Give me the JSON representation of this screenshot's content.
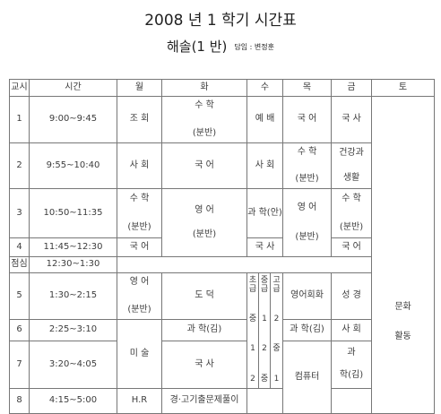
{
  "title": "2008 년  1 학기  시간표",
  "subtitle": "해솔(1 반)",
  "teacher": "담임 : 변정훈",
  "headers": [
    "교시",
    "시간",
    "월",
    "화",
    "수",
    "목",
    "금",
    "토"
  ],
  "periods": [
    {
      "num": "1",
      "time": "9:00~9:45"
    },
    {
      "num": "2",
      "time": "9:55~10:40"
    },
    {
      "num": "3",
      "time": "10:50~11:35"
    },
    {
      "num": "4",
      "time": "11:45~12:30"
    },
    {
      "num": "점심",
      "time": "12:30~1:30"
    },
    {
      "num": "5",
      "time": "1:30~2:15"
    },
    {
      "num": "6",
      "time": "2:25~3:10"
    },
    {
      "num": "7",
      "time": "3:20~4:05"
    },
    {
      "num": "8",
      "time": "4:15~5:00"
    }
  ],
  "cells": {
    "mon1": "조 회",
    "mon2": "사 회",
    "mon3a": "수 학",
    "mon3b": "(분반)",
    "mon4": "국 어",
    "mon5a": "영 어",
    "mon5b": "(분반)",
    "mon67": "미 술",
    "mon8": "H.R",
    "tue1a": "수 학",
    "tue1b": "(분반)",
    "tue2": "국 어",
    "tue34a": "영 어",
    "tue34b": "(분반)",
    "tue5": "도 덕",
    "tue6": "과 학(김)",
    "tue7": "국 사",
    "tue8": "경·고기출문제풀이",
    "wed1": "예 배",
    "wed2": "사 회",
    "wed3": "과 학(안)",
    "wed4": "국 사",
    "wed_sub1": [
      "초급",
      "중",
      "1",
      "2"
    ],
    "wed_sub2": [
      "중급",
      "1",
      "2",
      "중"
    ],
    "wed_sub3": [
      "고급",
      "2",
      "중",
      "1"
    ],
    "thu1": "국 어",
    "thu2a": "수 학",
    "thu2b": "(분반)",
    "thu34a": "영 어",
    "thu34b": "(분반)",
    "thu5": "영어회화",
    "thu6": "과 학(김)",
    "thu78": "컴퓨터",
    "fri1": "국 사",
    "fri2a": "건강과",
    "fri2b": "생활",
    "fri3a": "수 학",
    "fri3b": "(분반)",
    "fri4": "국 어",
    "fri5": "성 경",
    "fri6": "사 회",
    "fri7a": "과",
    "fri7b": "학(김)",
    "sat1": "문화",
    "sat2": "활동"
  }
}
